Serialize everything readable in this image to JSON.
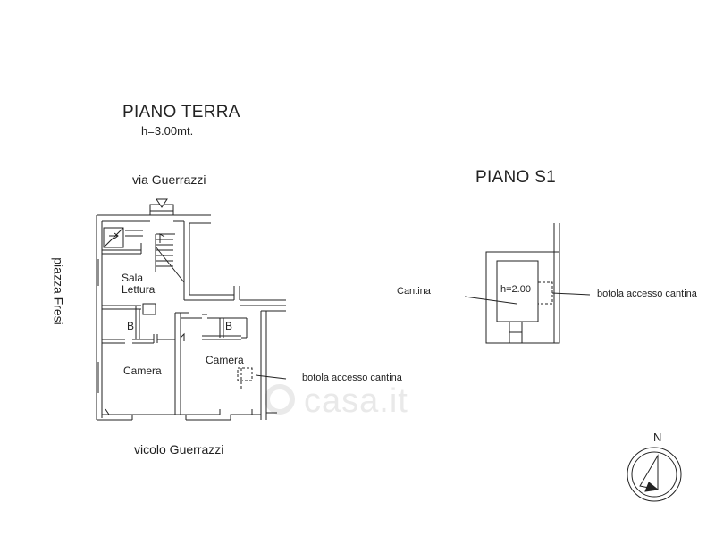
{
  "ground_floor": {
    "title": "PIANO TERRA",
    "height": "h=3.00mt.",
    "street_top": "via Guerrazzi",
    "street_left": "piazza Fresi",
    "street_bottom": "vicolo Guerrazzi",
    "rooms": {
      "reading_room_line1": "Sala",
      "reading_room_line2": "Lettura",
      "bath_left": "B",
      "bath_right": "B",
      "bedroom_left": "Camera",
      "bedroom_right": "Camera"
    },
    "hatch_label": "botola accesso cantina"
  },
  "basement": {
    "title": "PIANO S1",
    "room_label": "Cantina",
    "height": "h=2.00",
    "hatch_label": "botola accesso cantina"
  },
  "compass": {
    "north": "N"
  },
  "watermark": {
    "text": "casa.it"
  },
  "colors": {
    "line": "#222222",
    "watermark": "#e6e6e6"
  }
}
